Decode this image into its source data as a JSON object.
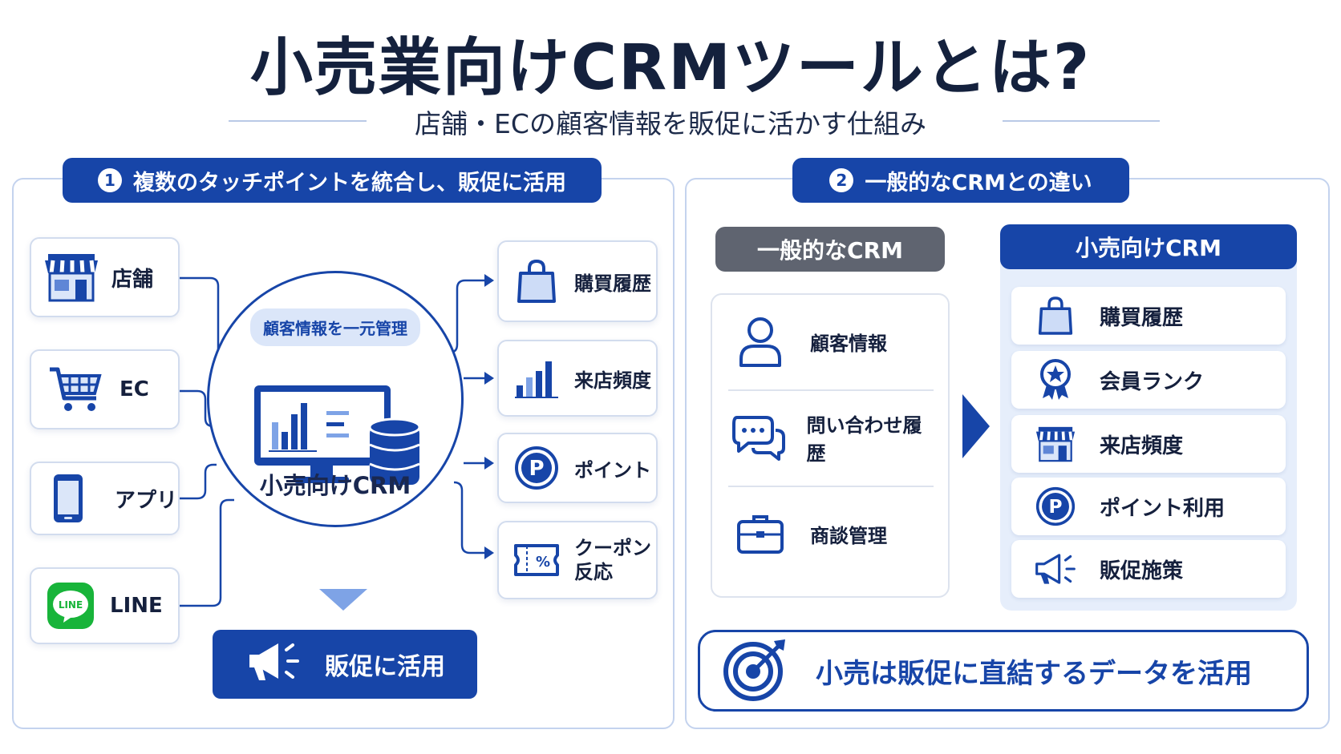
{
  "title": "小売業向けCRMツールとは?",
  "subtitle": "店舗・ECの顧客情報を販促に活かす仕組み",
  "colors": {
    "primary": "#1745a8",
    "light": "#dbe6f9",
    "gray_head": "#5f6470",
    "text": "#15203d"
  },
  "section1": {
    "number": "1",
    "heading": "複数のタッチポイントを統合し、販促に活用",
    "inputs": [
      {
        "label": "店舗",
        "icon": "storefront-icon"
      },
      {
        "label": "EC",
        "icon": "cart-icon"
      },
      {
        "label": "アプリ",
        "icon": "smartphone-icon"
      },
      {
        "label": "LINE",
        "icon": "line-logo-icon",
        "logo_text": "LINE"
      }
    ],
    "hub": {
      "chip": "顧客情報を一元管理",
      "label": "小売向けCRM",
      "icon": "monitor-database-icon"
    },
    "outputs": [
      {
        "label": "購買履歴",
        "icon": "shopping-bag-icon"
      },
      {
        "label": "来店頻度",
        "icon": "bar-chart-icon"
      },
      {
        "label": "ポイント",
        "icon": "point-p-icon",
        "icon_text": "P"
      },
      {
        "label": "クーポン反応",
        "line1": "クーポン",
        "line2": "反応",
        "icon": "coupon-icon",
        "icon_text": "%"
      }
    ],
    "action": {
      "label": "販促に活用",
      "icon": "megaphone-icon"
    }
  },
  "section2": {
    "number": "2",
    "heading": "一般的なCRMとの違い",
    "general": {
      "heading": "一般的なCRM",
      "items": [
        {
          "label": "顧客情報",
          "icon": "person-icon"
        },
        {
          "label": "問い合わせ履歴",
          "icon": "chat-bubbles-icon"
        },
        {
          "label": "商談管理",
          "icon": "briefcase-icon"
        }
      ]
    },
    "retail": {
      "heading": "小売向けCRM",
      "items": [
        {
          "label": "購買履歴",
          "icon": "shopping-bag-icon"
        },
        {
          "label": "会員ランク",
          "icon": "award-badge-icon"
        },
        {
          "label": "来店頻度",
          "icon": "storefront-icon"
        },
        {
          "label": "ポイント利用",
          "icon": "point-p-icon",
          "icon_text": "P"
        },
        {
          "label": "販促施策",
          "icon": "megaphone-icon"
        }
      ]
    },
    "conclusion": {
      "label": "小売は販促に直結するデータを活用",
      "icon": "target-icon"
    }
  }
}
